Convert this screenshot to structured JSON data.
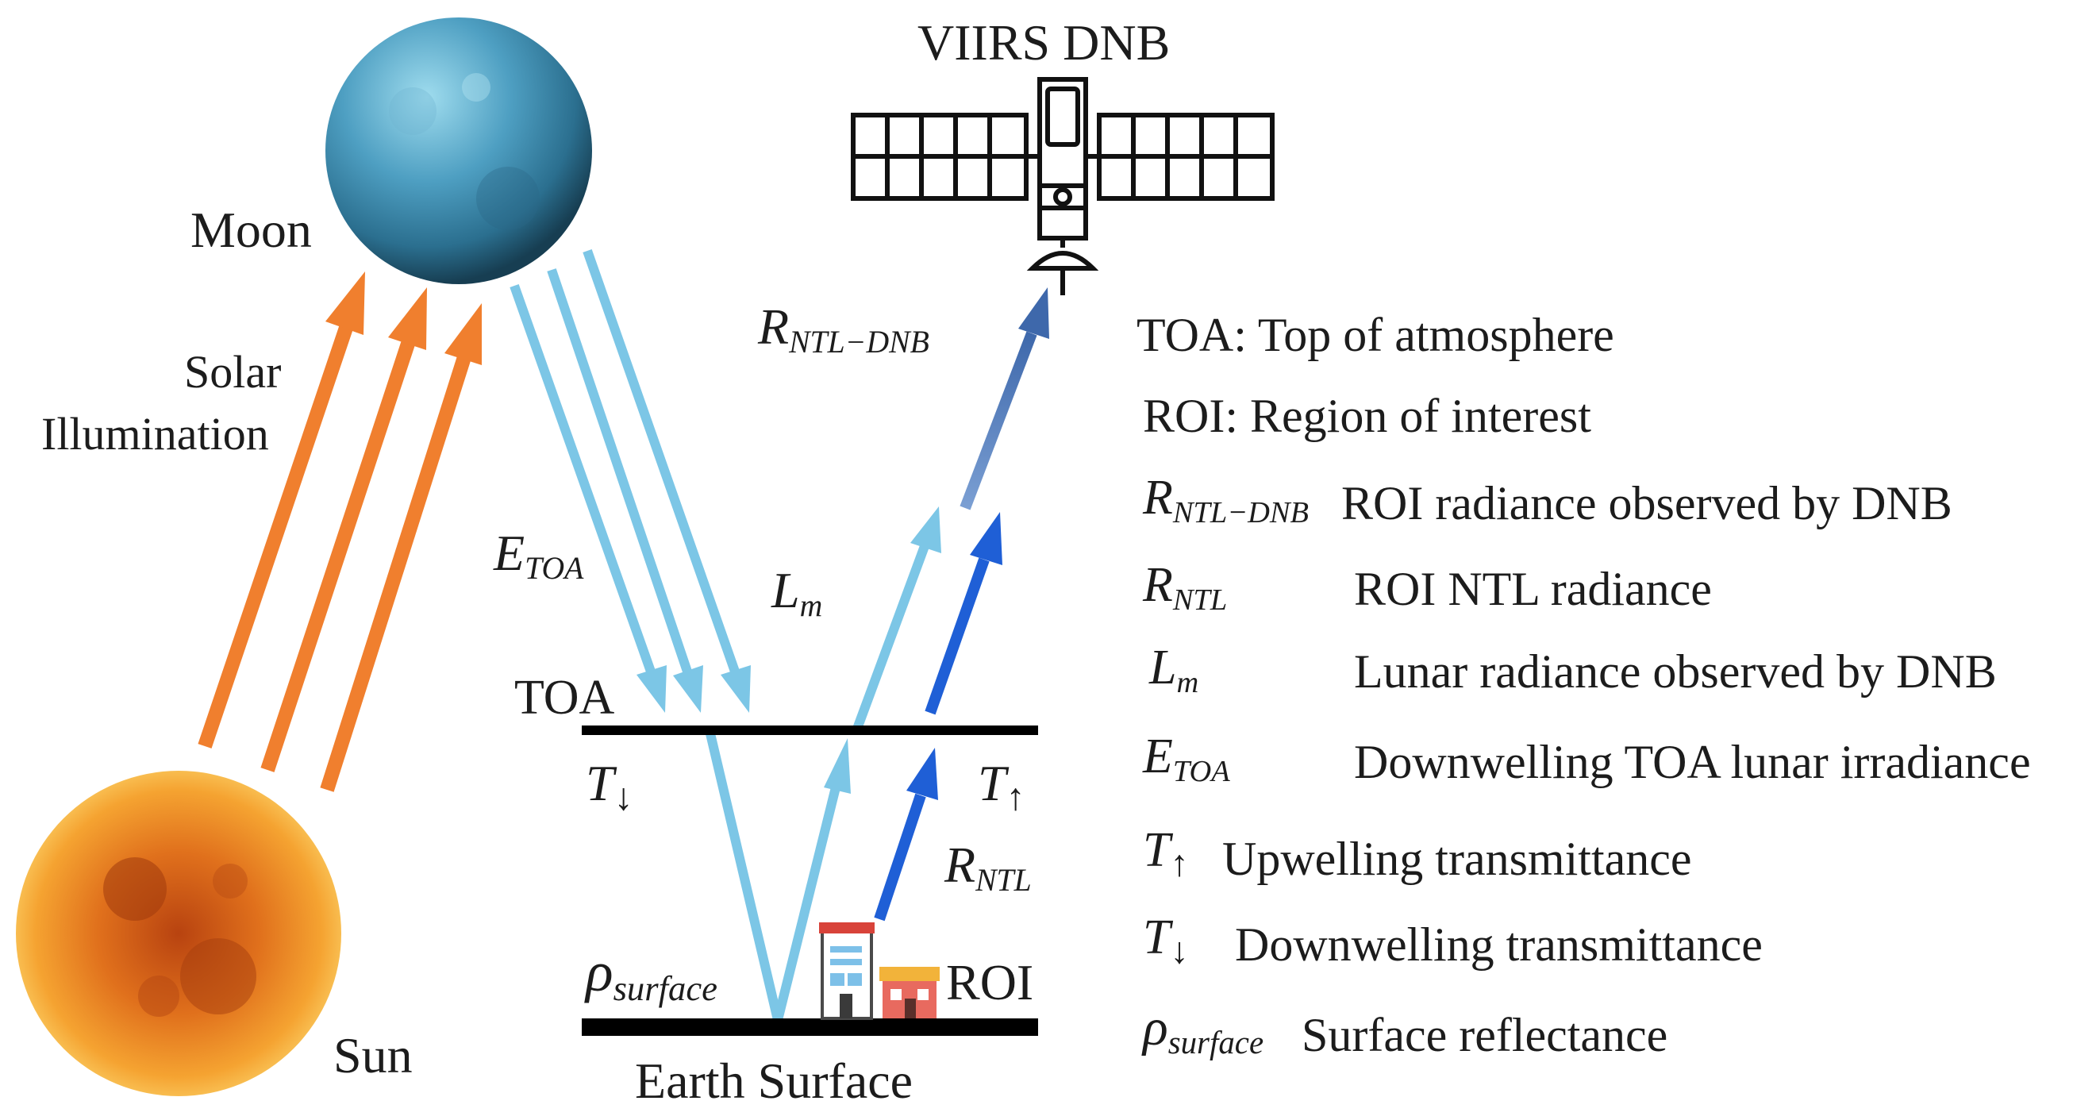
{
  "labels": {
    "satellite": "VIIRS DNB",
    "moon": "Moon",
    "sun": "Sun",
    "solar_line1": "Solar",
    "solar_line2": "Illumination",
    "toa": "TOA",
    "earth_surface": "Earth Surface",
    "roi": "ROI"
  },
  "symbols": {
    "R": "R",
    "E": "E",
    "L": "L",
    "T": "T",
    "rho": "ρ",
    "sub_ntl_dnb": "NTL−DNB",
    "sub_ntl": "NTL",
    "sub_toa": "TOA",
    "sub_m": "m",
    "sub_surface": "surface",
    "down": "↓",
    "up": "↑"
  },
  "legend": {
    "toa": "TOA:  Top of atmosphere",
    "roi": "ROI:  Region of interest",
    "r_ntl_dnb": "ROI radiance observed by DNB",
    "r_ntl": "ROI NTL radiance",
    "l_m": "Lunar radiance observed by DNB",
    "e_toa": "Downwelling TOA lunar irradiance",
    "t_up": "Upwelling transmittance",
    "t_down": "Downwelling transmittance",
    "rho_surface": "Surface reflectance"
  },
  "colors": {
    "solar_arrow": "#f07f2e",
    "lunar_light": "#7cc6e6",
    "ntl_dark": "#1f5fd6",
    "dnb_arrow": "#4a78b8",
    "moon": "#4b9cc0",
    "sun": "#e8731a"
  }
}
